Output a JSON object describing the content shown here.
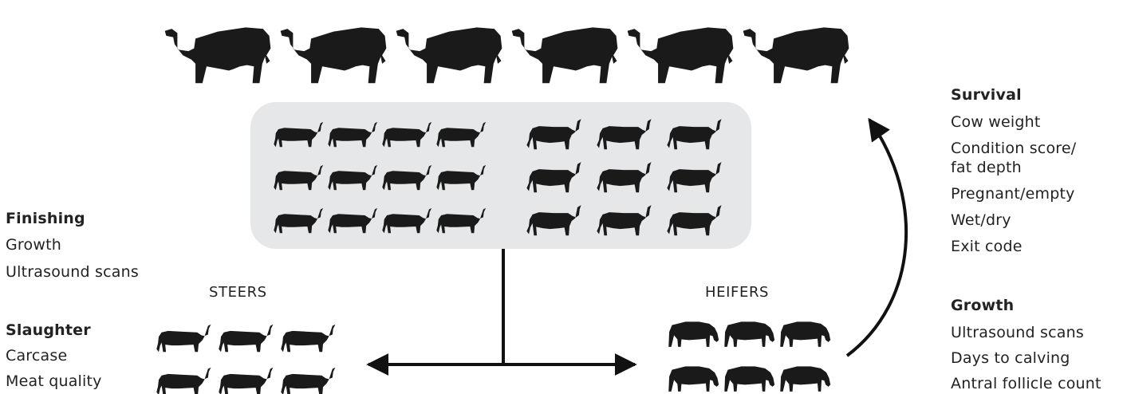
{
  "colors": {
    "silhouette": "#1a1a1a",
    "herd_box": "#e6e7e8",
    "arrows": "#111111"
  },
  "icons": {
    "bull": "bull-silhouette-icon",
    "steer": "steer-silhouette-icon",
    "cow": "cow-silhouette-icon",
    "grazing_heifer": "grazing-heifer-icon"
  },
  "finishing": {
    "heading": "Finishing",
    "items": [
      "Growth",
      "Ultrasound scans"
    ]
  },
  "slaughter": {
    "heading": "Slaughter",
    "items": [
      "Carcase",
      "Meat quality"
    ]
  },
  "steers": {
    "label": "STEERS"
  },
  "heifers": {
    "label": "HEIFERS"
  },
  "survival": {
    "heading": "Survival",
    "items": [
      "Cow weight",
      "Condition score/",
      "fat depth",
      "Pregnant/empty",
      "Wet/dry",
      "Exit code"
    ]
  },
  "growth": {
    "heading": "Growth",
    "items": [
      "Ultrasound scans",
      "Days to calving",
      "Antral follicle count"
    ]
  }
}
